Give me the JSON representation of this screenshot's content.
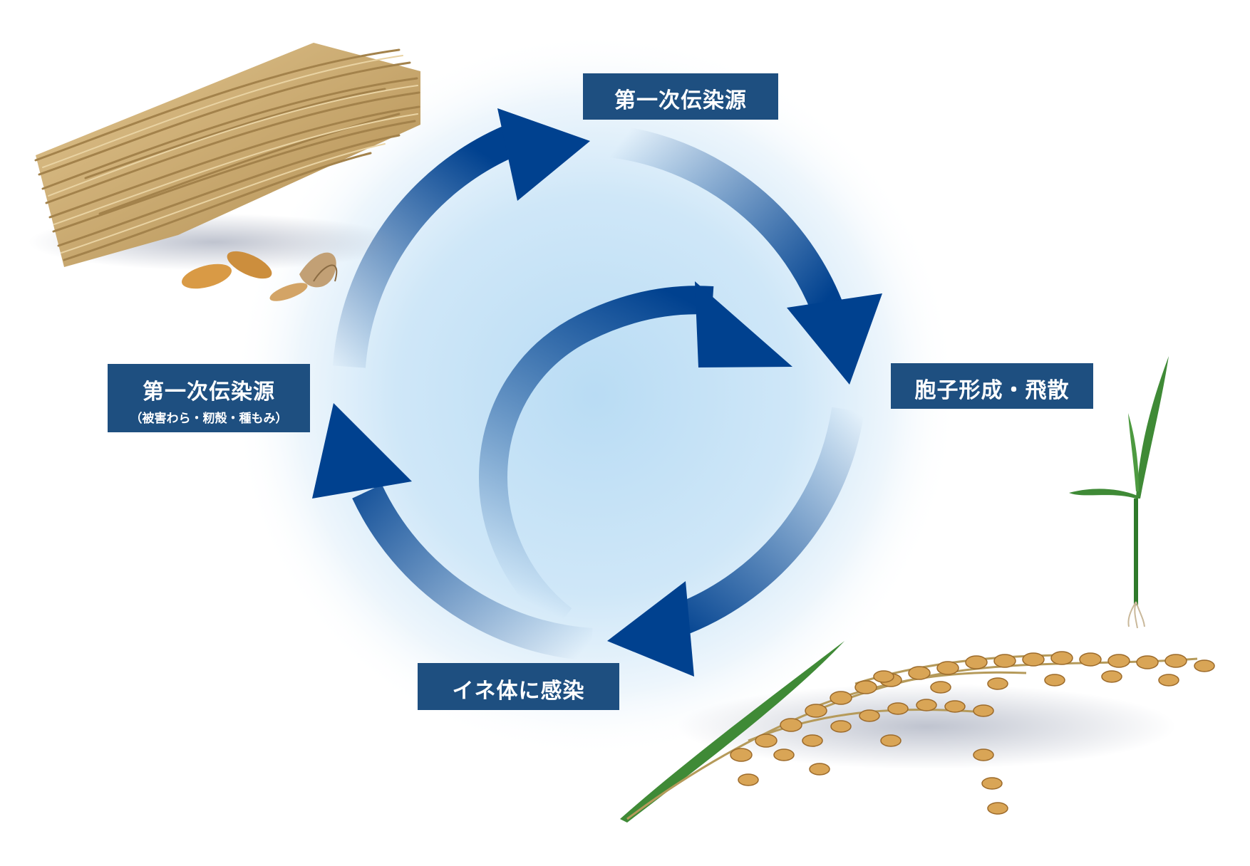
{
  "diagram": {
    "labels": {
      "top": {
        "main": "第一次伝染源"
      },
      "left": {
        "main": "第一次伝染源",
        "sub": "（被害わら・籾殻・種もみ）"
      },
      "right": {
        "main": "胞子形成・飛散"
      },
      "bottom": {
        "main": "イネ体に感染"
      }
    },
    "edges": [
      {
        "from": "第一次伝染源（被害わら・籾殻・種もみ）",
        "to": "第一次伝染源"
      },
      {
        "from": "第一次伝染源",
        "to": "胞子形成・飛散"
      },
      {
        "from": "胞子形成・飛散",
        "to": "イネ体に感染"
      },
      {
        "from": "イネ体に感染",
        "to": "第一次伝染源（被害わら・籾殻・種もみ）"
      },
      {
        "from": "イネ体に感染",
        "to": "胞子形成・飛散"
      }
    ],
    "colors": {
      "arrow": "#00418f",
      "label_bg": "#1e4f80",
      "glow_center": "#b9dcf4",
      "straw": "#c7a66a",
      "grain": "#d9a556",
      "leaf": "#3f8a36"
    },
    "illustrations": [
      "rice-straw-bundle",
      "rice-husks-and-seeds",
      "rice-seedling",
      "rice-panicle"
    ]
  }
}
